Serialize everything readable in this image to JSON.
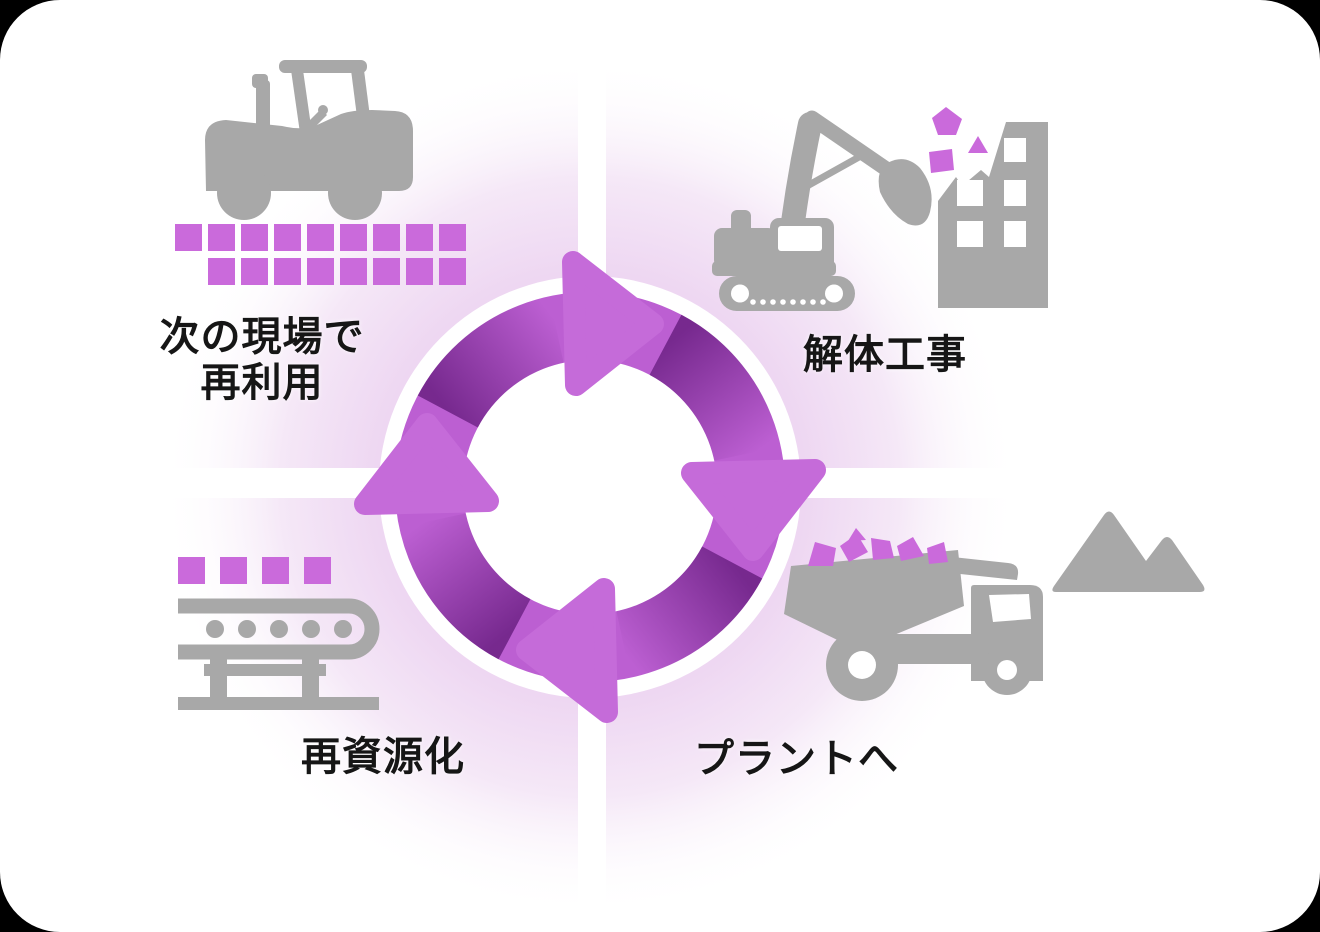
{
  "cycle_diagram": {
    "kind": "circular-process",
    "direction": "clockwise",
    "arrow_count": 4,
    "steps": [
      {
        "label": "解体工事",
        "position": "top-right",
        "icon": "excavator-demolishing-building"
      },
      {
        "label": "プラントへ",
        "position": "bottom-right",
        "icon": "dump-truck-with-rubble-and-mountains"
      },
      {
        "label": "再資源化",
        "position": "bottom-left",
        "icon": "conveyor-belt-with-blocks"
      },
      {
        "label_line1": "次の現場で",
        "label_line2": "再利用",
        "position": "top-left",
        "icon": "tractor-paving-blocks"
      }
    ],
    "colors": {
      "accent_purple": "#c56bd9",
      "ring_purple": "#bc5fd2",
      "shadow_purple": "#6f2387",
      "block_purple": "#ca6adb",
      "silhouette_gray": "#a8a8a8",
      "glow_pink": "#eed7f2",
      "label_text": "#161616",
      "card_background": "#ffffff"
    }
  }
}
